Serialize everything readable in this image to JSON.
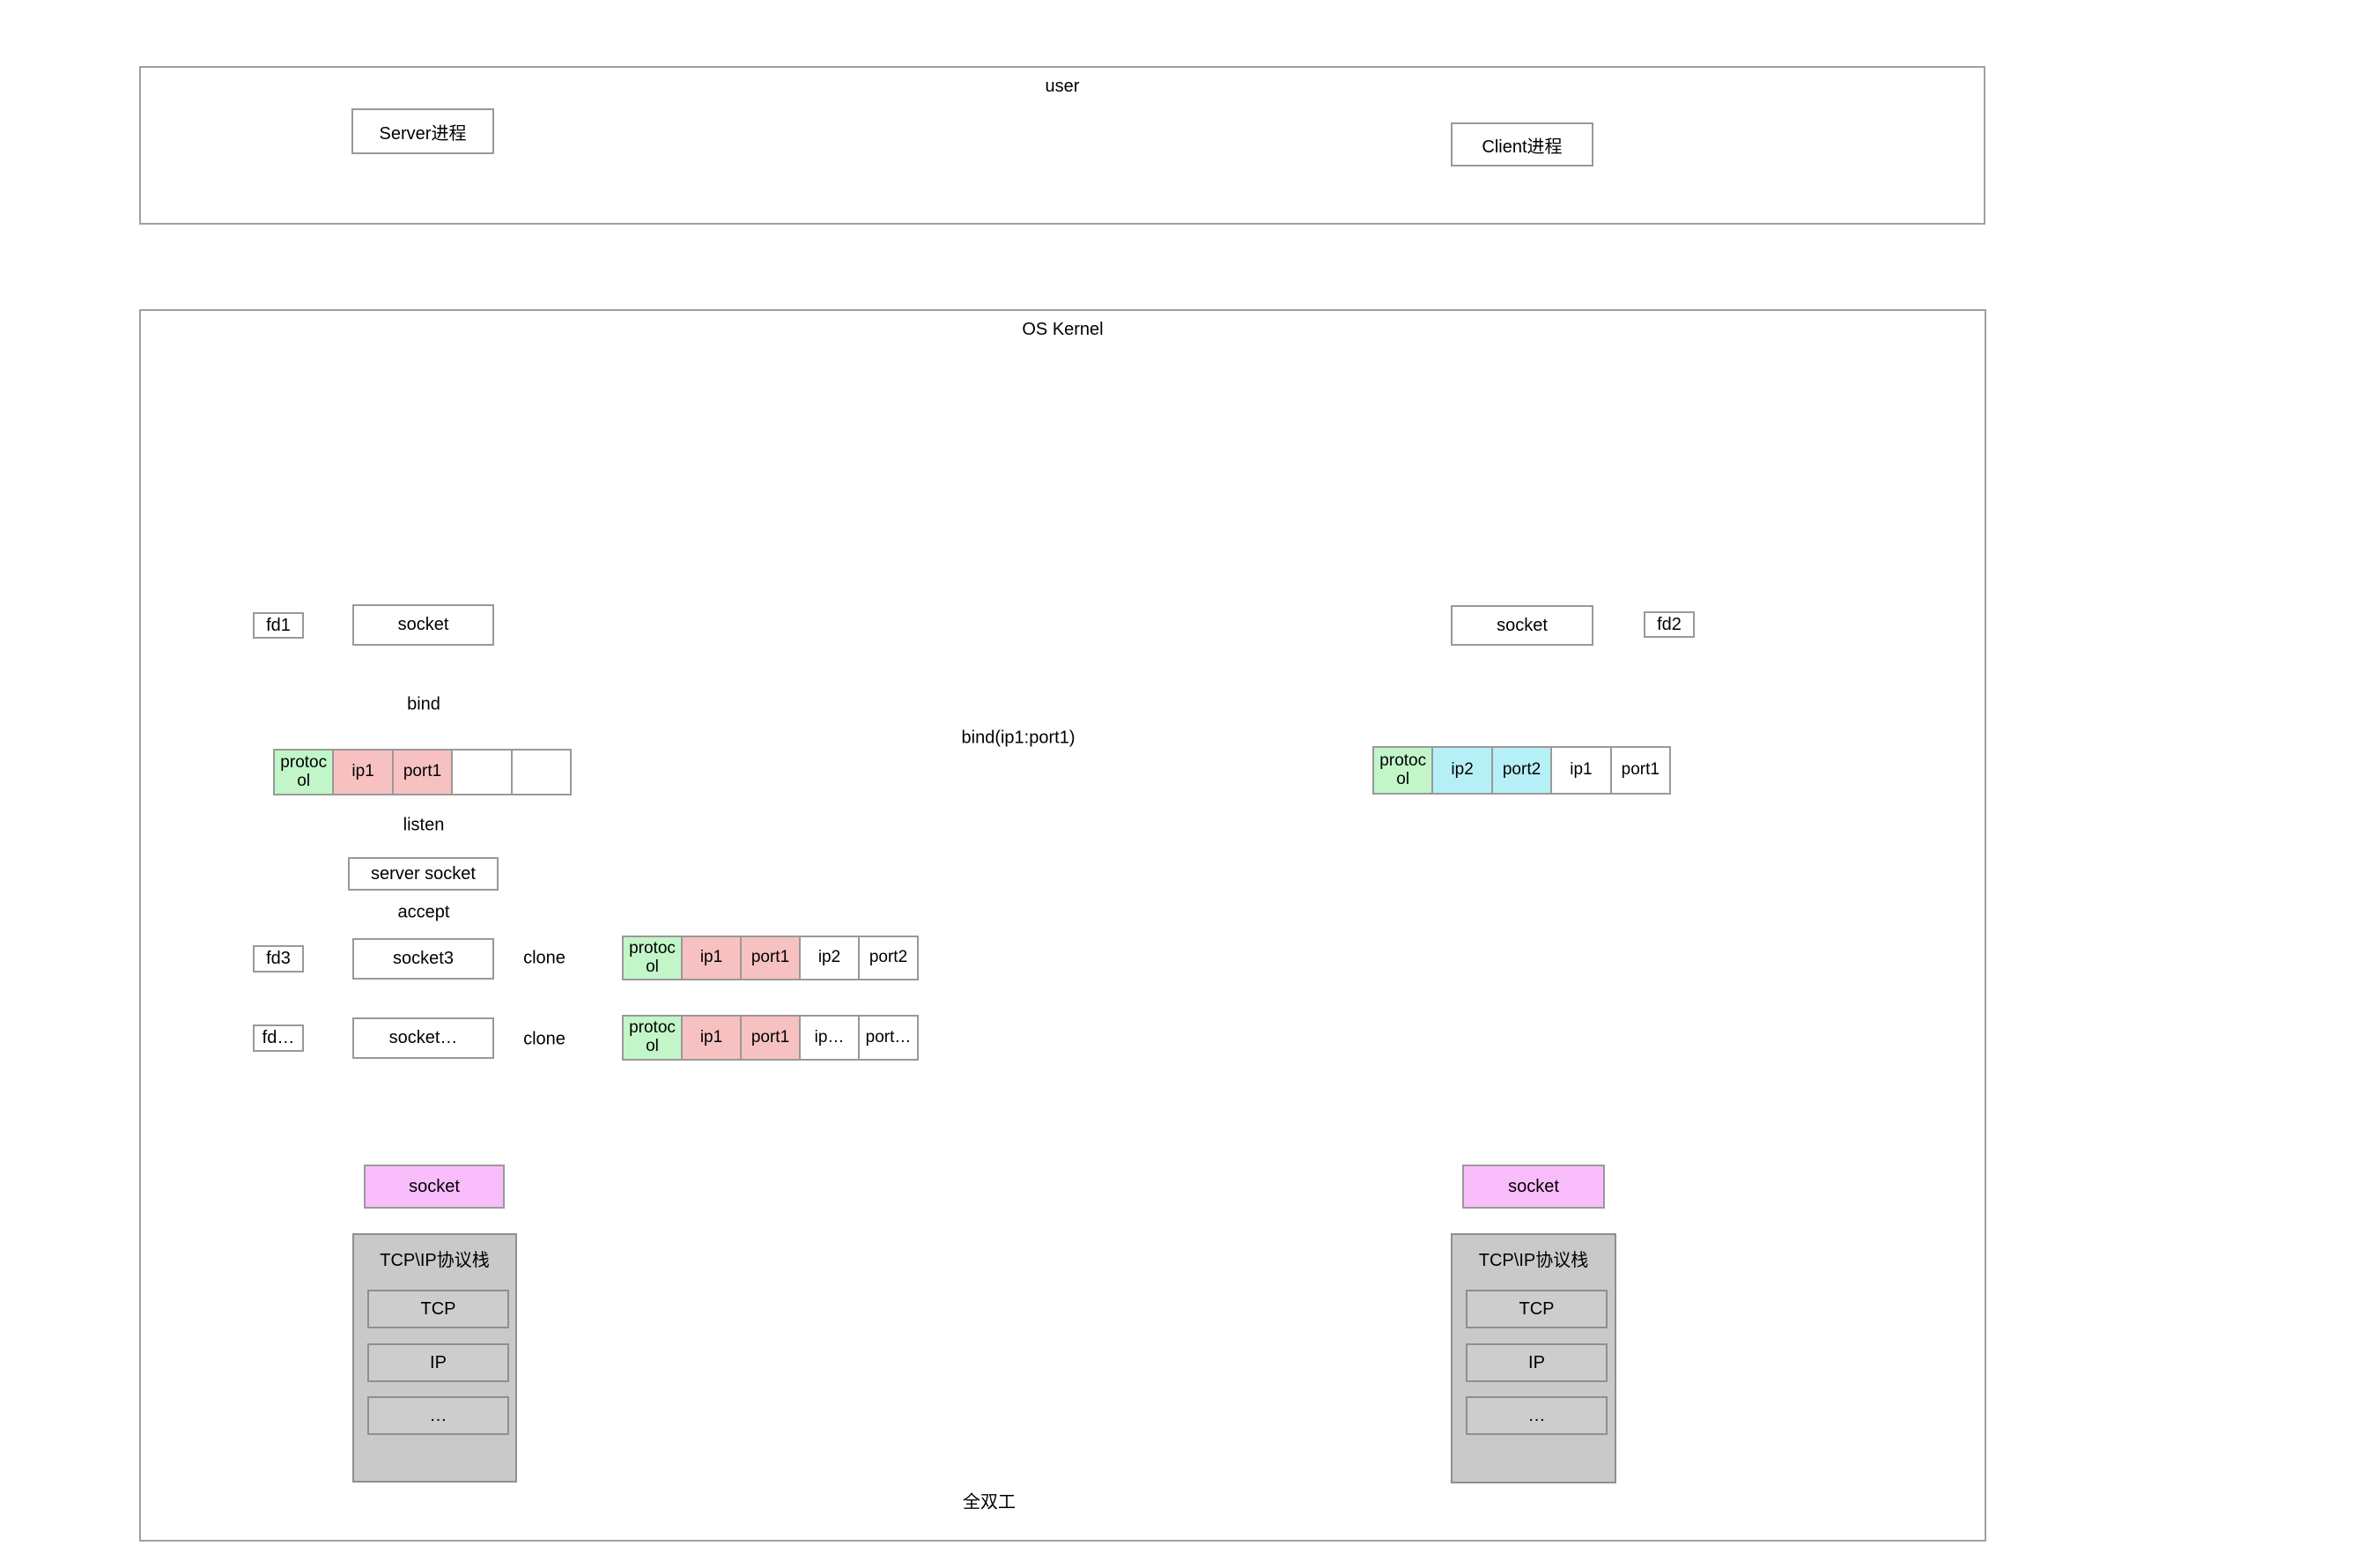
{
  "colors": {
    "protocol_green": "#c2f5c8",
    "server_bind_red": "#f8c1c1",
    "client_bind_cyan": "#b6f0f7",
    "socket_layer_magenta": "#f9bdfb",
    "stack_gray": "#c9c9c9",
    "layer_gray": "#cdcdcd",
    "border_gray": "#999999",
    "arrow_gray": "#8c8c8c"
  },
  "user_region": {
    "label": "user",
    "server_process": "Server进程",
    "client_process": "Client进程"
  },
  "kernel_region": {
    "label": "OS Kernel"
  },
  "server_flow": {
    "fd1": "fd1",
    "socket": "socket",
    "bind_label": "bind",
    "listen_label": "listen",
    "server_socket": "server socket",
    "accept_label": "accept",
    "fd3": "fd3",
    "socket3": "socket3",
    "clone_label_1": "clone",
    "fd_more": "fd…",
    "socket_more": "socket…",
    "clone_label_2": "clone",
    "bind_row": {
      "cells": [
        {
          "label": "protocol",
          "bg": "#c2f5c8"
        },
        {
          "label": "ip1",
          "bg": "#f8c1c1"
        },
        {
          "label": "port1",
          "bg": "#f8c1c1"
        },
        {
          "label": "",
          "bg": "#ffffff"
        },
        {
          "label": "",
          "bg": "#ffffff"
        }
      ]
    },
    "socket3_row": {
      "cells": [
        {
          "label": "protocol",
          "bg": "#c2f5c8"
        },
        {
          "label": "ip1",
          "bg": "#f8c1c1"
        },
        {
          "label": "port1",
          "bg": "#f8c1c1"
        },
        {
          "label": "ip2",
          "bg": "#ffffff"
        },
        {
          "label": "port2",
          "bg": "#ffffff"
        }
      ]
    },
    "socket_more_row": {
      "cells": [
        {
          "label": "protocol",
          "bg": "#c2f5c8"
        },
        {
          "label": "ip1",
          "bg": "#f8c1c1"
        },
        {
          "label": "port1",
          "bg": "#f8c1c1"
        },
        {
          "label": "ip…",
          "bg": "#ffffff"
        },
        {
          "label": "port…",
          "bg": "#ffffff"
        }
      ]
    }
  },
  "client_flow": {
    "socket": "socket",
    "fd2": "fd2",
    "bind_call_label": "bind(ip1:port1)",
    "bind_row": {
      "cells": [
        {
          "label": "protocol",
          "bg": "#c2f5c8"
        },
        {
          "label": "ip2",
          "bg": "#b6f0f7"
        },
        {
          "label": "port2",
          "bg": "#b6f0f7"
        },
        {
          "label": "ip1",
          "bg": "#ffffff"
        },
        {
          "label": "port1",
          "bg": "#ffffff"
        }
      ]
    }
  },
  "transport": {
    "server_socket_layer": "socket",
    "client_socket_layer": "socket",
    "stack_title": "TCP\\IP协议栈",
    "layers": [
      "TCP",
      "IP",
      "…"
    ],
    "duplex_label": "全双工"
  }
}
